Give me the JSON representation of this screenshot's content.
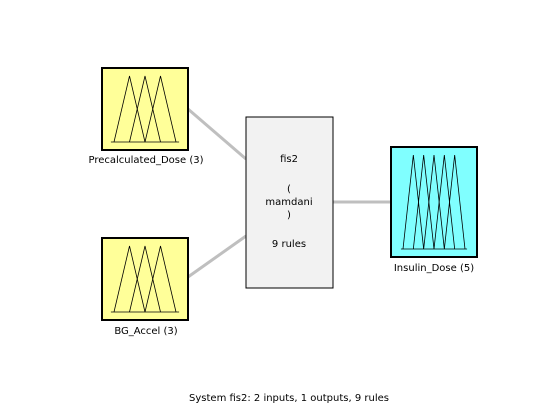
{
  "inputs": [
    {
      "name": "Precalculated_Dose (3)",
      "mf_count": 3
    },
    {
      "name": "BG_Accel (3)",
      "mf_count": 3
    }
  ],
  "outputs": [
    {
      "name": "Insulin_Dose (5)",
      "mf_count": 5
    }
  ],
  "system": {
    "name": "fis2",
    "open_paren": "(",
    "type": "mamdani",
    "close_paren": ")",
    "rules": "9 rules"
  },
  "caption": "System fis2: 2 inputs, 1 outputs, 9 rules",
  "colors": {
    "input_fill": "#ffff99",
    "output_fill": "#80ffff",
    "system_fill": "#f2f2f2",
    "connector": "#bfbfbf"
  }
}
